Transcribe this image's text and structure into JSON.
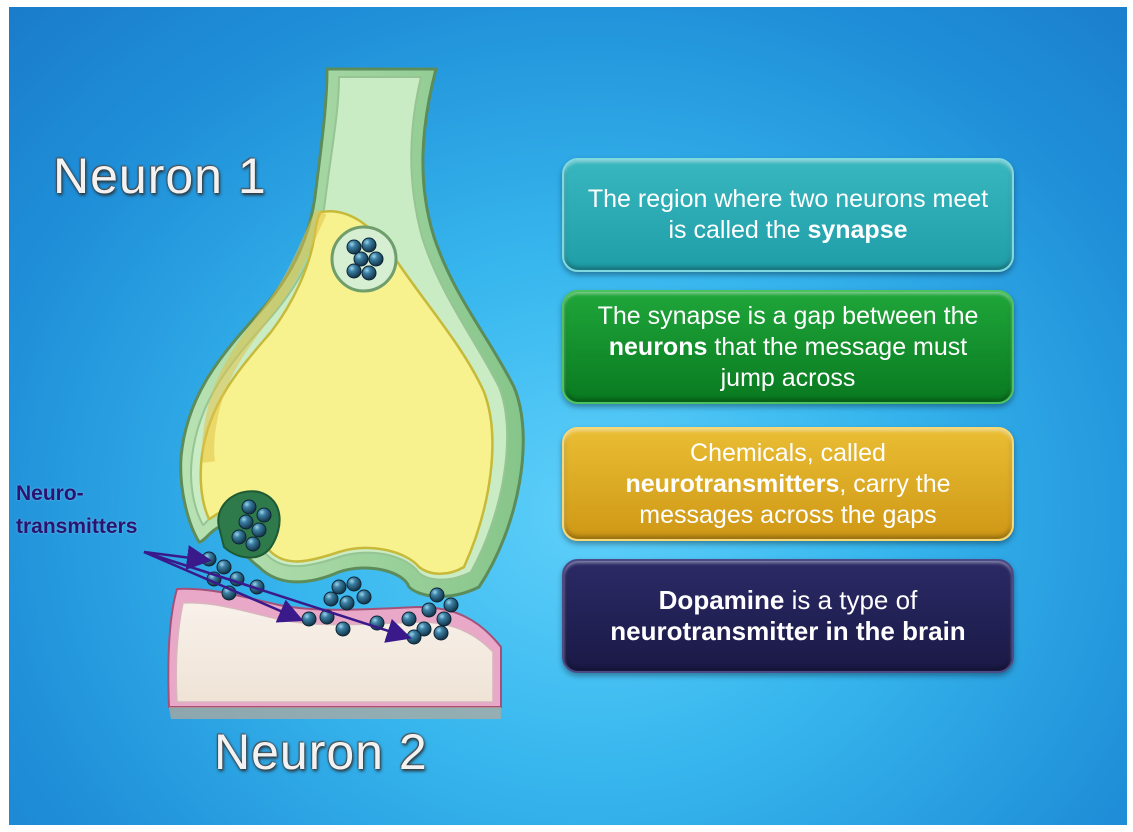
{
  "labels": {
    "neuron1": "Neuron 1",
    "neuron2": "Neuron 2",
    "neurotransmitters_line1": "Neuro-",
    "neurotransmitters_line2": "transmitters"
  },
  "boxes": [
    {
      "pre": "The region where two neurons meet is called the ",
      "bold": "synapse",
      "post": ""
    },
    {
      "pre": "The synapse is a gap between the ",
      "bold": "neurons",
      "post": " that the message must jump across"
    },
    {
      "pre": "Chemicals, called ",
      "bold": "neurotransmitters",
      "post": ", carry the messages across the gaps"
    },
    {
      "bold": "Dopamine",
      "post": " is a type of ",
      "bold2": "neurotransmitter in the brain"
    }
  ],
  "colors": {
    "background": "#38b7ee",
    "box1": "#2aaab3",
    "box2": "#0f8c2b",
    "box3": "#dfab26",
    "box4": "#22214f",
    "arrow": "#3a1a8a",
    "vesicle": "#1f4a68"
  }
}
